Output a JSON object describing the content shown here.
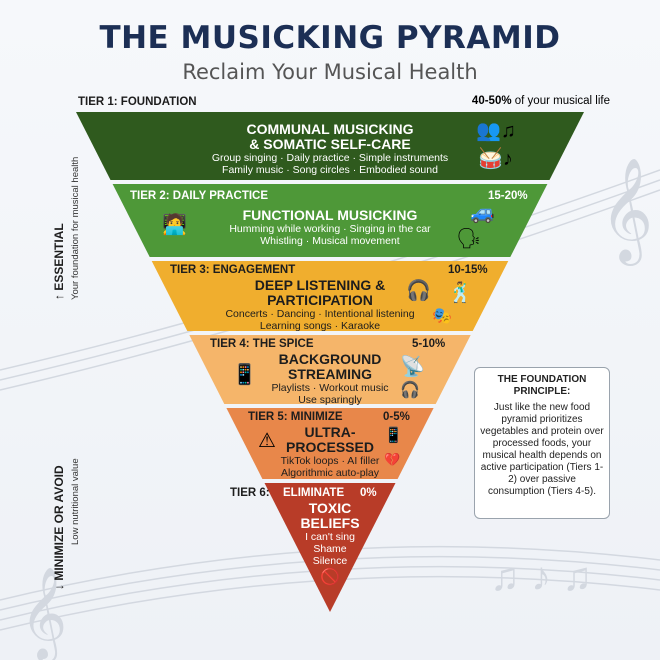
{
  "title": "THE MUSICKING PYRAMID",
  "subtitle": "Reclaim Your Musical Health",
  "tiers": [
    {
      "label": "TIER 1: FOUNDATION",
      "percent": "40-50%",
      "percent_suffix": " of your musical life",
      "title1": "COMMUNAL MUSICKING",
      "title2": "& SOMATIC SELF-CARE",
      "desc1": "Group singing · Daily practice · Simple instruments",
      "desc2": "Family music · Song circles · Embodied sound",
      "color": "#2f5a1e"
    },
    {
      "label": "TIER 2: DAILY PRACTICE",
      "percent": "15-20%",
      "title1": "FUNCTIONAL MUSICKING",
      "desc1": "Humming while working · Singing in the car",
      "desc2": "Whistling · Musical movement",
      "color": "#4e9838"
    },
    {
      "label": "TIER 3: ENGAGEMENT",
      "percent": "10-15%",
      "title1": "DEEP LISTENING &",
      "title2": "PARTICIPATION",
      "desc1": "Concerts · Dancing · Intentional listening",
      "desc2": "Learning songs · Karaoke",
      "color": "#f0ae2e"
    },
    {
      "label": "TIER 4: THE SPICE",
      "percent": "5-10%",
      "title1": "BACKGROUND",
      "title2": "STREAMING",
      "desc1": "Playlists · Workout music",
      "desc2": "Use sparingly",
      "color": "#f5b56a"
    },
    {
      "label": "TIER 5: MINIMIZE",
      "percent": "0-5%",
      "title1": "ULTRA-",
      "title2": "PROCESSED",
      "desc1": "TikTok loops · AI filler",
      "desc2": "Algorithmic auto-play",
      "color": "#e8874a"
    },
    {
      "label": "TIER 6:",
      "percent": "0%",
      "head": "ELIMINATE",
      "title1": "TOXIC",
      "title2": "BELIEFS",
      "desc1": "I can't sing",
      "desc2": "Shame",
      "desc3": "Silence",
      "color": "#b83c28"
    }
  ],
  "side": {
    "essential": "↑ ESSENTIAL",
    "essential_sub": "Your foundation for musical health",
    "avoid": "↓ MINIMIZE OR AVOID",
    "avoid_sub": "Low nutritional value"
  },
  "principle": {
    "title": "THE FOUNDATION PRINCIPLE:",
    "body": "Just like the new food pyramid prioritizes vegetables and protein over processed foods, your musical health depends on active participation (Tiers 1-2) over passive consumption (Tiers 4-5)."
  }
}
